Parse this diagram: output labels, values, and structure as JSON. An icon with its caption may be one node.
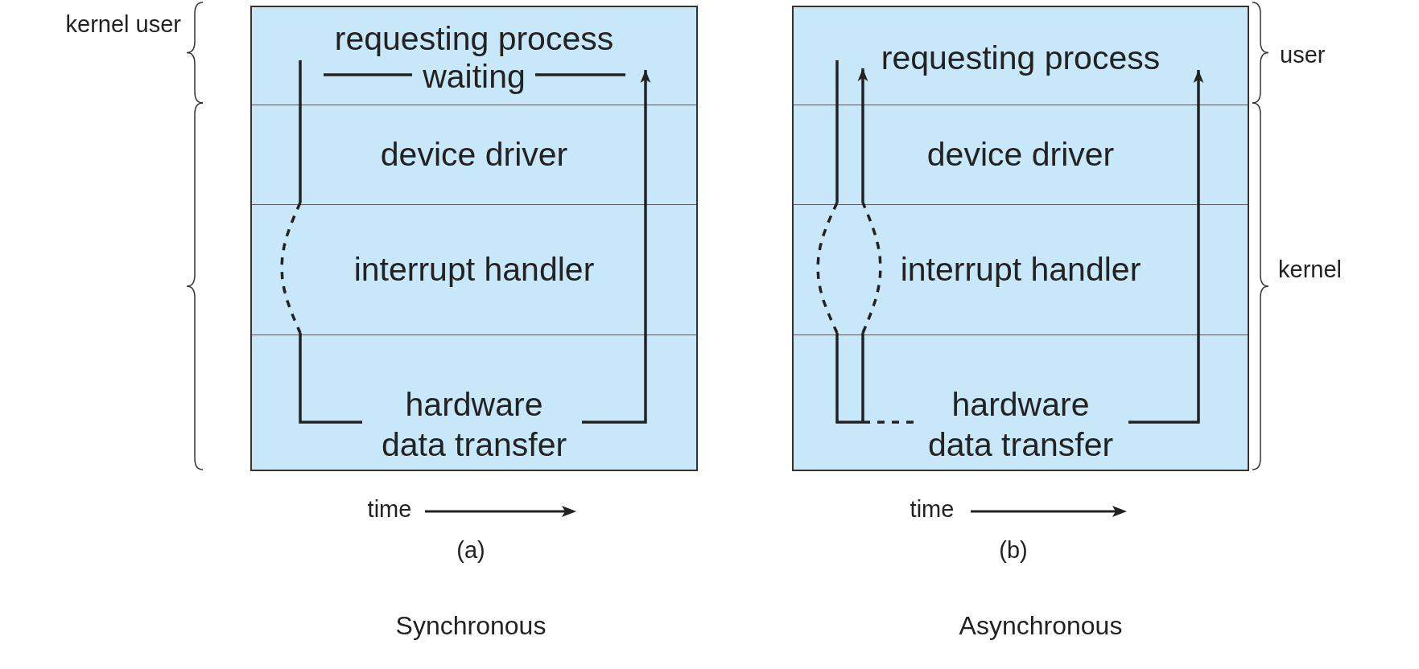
{
  "diagram": {
    "nodes": [
      {
        "text": [],
        "shape": "box"
      },
      {
        "text": [
          "requesting process",
          "waiting"
        ],
        "in": 0
      },
      {
        "text": [
          "hardware data transfer"
        ],
        "in": 0
      },
      {
        "text": [],
        "shape": "box"
      },
      {
        "text": [
          "requesting process"
        ],
        "in": 3
      },
      {
        "text": [
          "hardware data transfer"
        ],
        "in": 3
      }
    ],
    "edges": [
      {
        "from": 1,
        "to": 2,
        "arrow": "none"
      },
      {
        "from": 2,
        "to": 1,
        "arrow": "to"
      },
      {
        "from": 4,
        "to": 5,
        "arrow": "none"
      },
      {
        "from": 5,
        "to": 4,
        "arrow": "to"
      },
      {
        "from": 5,
        "to": 4,
        "arrow": "to"
      }
    ],
    "labels": [
      "kernel user",
      "user",
      "device driver",
      "device driver",
      "interrupt handler",
      "interrupt handler",
      "kernel",
      "time",
      "time",
      "(a)",
      "(b)",
      "Synchronous",
      "Asynchronous"
    ]
  }
}
